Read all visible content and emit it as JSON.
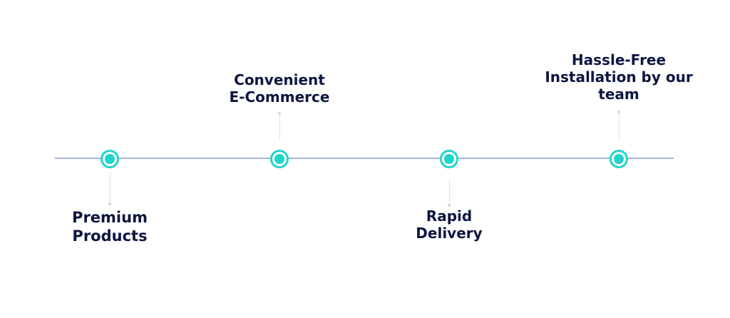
{
  "timeline": {
    "accent_color": "#1fd6c8",
    "line_color": "#a6b4dc",
    "text_color": "#0d1640",
    "milestones": [
      {
        "lines": [
          "Premium",
          "Products"
        ],
        "position": "below"
      },
      {
        "lines": [
          "Convenient",
          "E-Commerce"
        ],
        "position": "above"
      },
      {
        "lines": [
          "Rapid",
          "Delivery"
        ],
        "position": "below"
      },
      {
        "lines": [
          "Hassle-Free",
          "Installation by our",
          "team"
        ],
        "position": "above"
      }
    ]
  }
}
